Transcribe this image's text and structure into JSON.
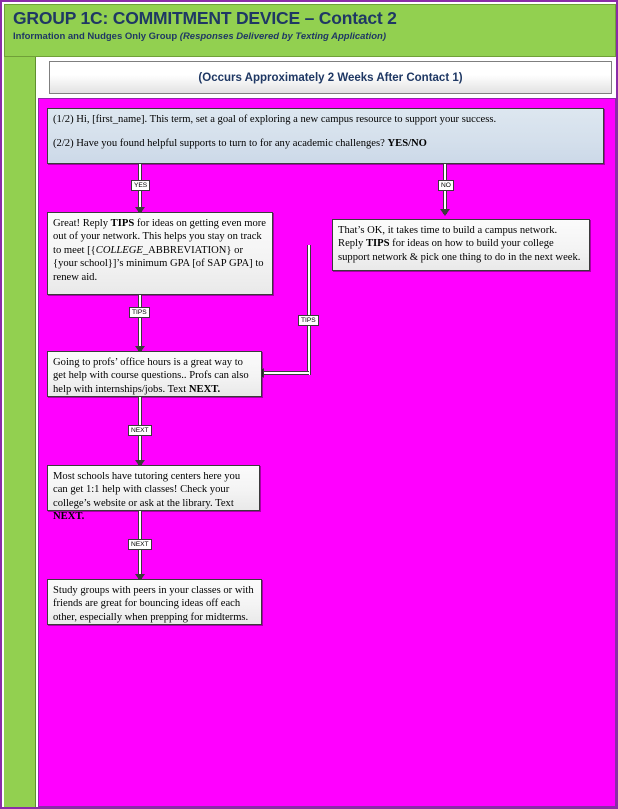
{
  "header": {
    "title": "GROUP 1C: COMMITMENT DEVICE – Contact 2",
    "subtitle_plain": "Information and Nudges Only Group ",
    "subtitle_italic": "(Responses Delivered by Texting Application)"
  },
  "subtitle_bar": {
    "text": "(Occurs Approximately 2 Weeks After Contact 1)"
  },
  "colors": {
    "header_green": "#92D050",
    "canvas_magenta": "#FF00FF",
    "frame_purple": "#8B2BA8",
    "title_navy": "#1F3864",
    "prompt_blue": "#DCE6F1"
  },
  "flow": {
    "nodes": [
      {
        "id": "prompt",
        "name": "prompt-message-box",
        "style": "blue",
        "lines": [
          {
            "parts": [
              {
                "t": "(1/2) Hi, [first_name]. This term, set a goal of exploring a new campus resource to support your success.",
                "s": "plain"
              }
            ]
          },
          {
            "parts": [
              {
                "t": "(2/2) Have you found helpful supports to turn to for any academic challenges? ",
                "s": "plain"
              },
              {
                "t": "YES/NO",
                "s": "bold"
              }
            ]
          }
        ]
      },
      {
        "id": "yes_branch",
        "name": "yes-response-box",
        "style": "grey",
        "lines": [
          {
            "parts": [
              {
                "t": "Great! Reply ",
                "s": "plain"
              },
              {
                "t": "TIPS",
                "s": "bold"
              },
              {
                "t": " for ideas on getting even more out of your network. This helps you stay on track to meet [{",
                "s": "plain"
              },
              {
                "t": "COLLEGE",
                "s": "italic"
              },
              {
                "t": "_ABBREVIATION} or {your school}]’s minimum GPA [of SAP GPA] to renew aid.",
                "s": "plain"
              }
            ]
          }
        ]
      },
      {
        "id": "no_branch",
        "name": "no-response-box",
        "style": "grey",
        "lines": [
          {
            "parts": [
              {
                "t": "That’s OK, it takes time to build a campus network. Reply ",
                "s": "plain"
              },
              {
                "t": "TIPS",
                "s": "bold"
              },
              {
                "t": " for ideas on how to build your college support network & pick one thing to do in the next week.",
                "s": "plain"
              }
            ]
          }
        ]
      },
      {
        "id": "office_hours",
        "name": "office-hours-tip-box",
        "style": "grey",
        "lines": [
          {
            "parts": [
              {
                "t": "Going to profs’ office hours is a great way to get help with course questions.. Profs can also help with internships/jobs.  Text ",
                "s": "plain"
              },
              {
                "t": "NEXT.",
                "s": "bold"
              }
            ]
          }
        ]
      },
      {
        "id": "tutoring",
        "name": "tutoring-center-tip-box",
        "style": "grey",
        "lines": [
          {
            "parts": [
              {
                "t": "Most schools have tutoring centers here you can get 1:1 help with classes! Check your college’s website or ask at the library.  Text ",
                "s": "plain"
              },
              {
                "t": "NEXT.",
                "s": "bold"
              }
            ]
          }
        ]
      },
      {
        "id": "study_groups",
        "name": "study-groups-tip-box",
        "style": "grey",
        "lines": [
          {
            "parts": [
              {
                "t": "Study groups with peers in your classes or with friends are great for bouncing ideas off each other, especially when prepping for midterms.",
                "s": "plain"
              }
            ]
          }
        ]
      }
    ],
    "edge_labels": {
      "yes": "YES",
      "no": "NO",
      "tips_left": "TIPS",
      "tips_right": "TIPS",
      "next_1": "NEXT",
      "next_2": "NEXT"
    }
  }
}
